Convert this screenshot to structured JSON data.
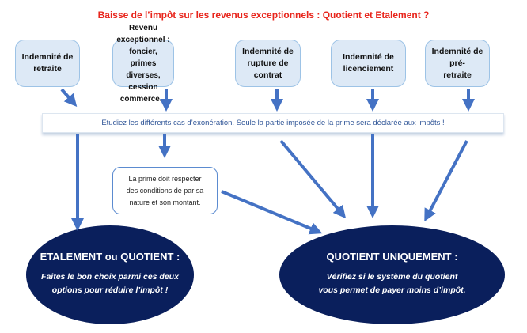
{
  "title": "Baisse de l’impôt sur les revenus exceptionnels : Quotient et Etalement ?",
  "sources": [
    {
      "line1": "Indemnité de",
      "line2": "retraite"
    },
    {
      "line1": "Revenu exceptionnel :",
      "line2": "foncier, primes diverses,",
      "line3": "cession commerce..."
    },
    {
      "line1": "Indemnité de",
      "line2": "rupture de contrat"
    },
    {
      "line1": "Indemnité de",
      "line2": "licenciement"
    },
    {
      "line1": "Indemnité de pré-",
      "line2": "retraite"
    }
  ],
  "banner": "Etudiez les différents cas d’exonération.  Seule la partie imposée de la prime sera déclarée aux impôts  !",
  "note": {
    "line1": "La prime doit respecter",
    "line2": "des conditions de par sa",
    "line3": "nature et son montant."
  },
  "outcomes": [
    {
      "title": "ETALEMENT ou QUOTIENT :",
      "line1": "Faites le bon choix parmi ces deux",
      "line2": "options pour réduire l’impôt !"
    },
    {
      "title": "QUOTIENT UNIQUEMENT :",
      "line1": "Vérifiez si le système du quotient",
      "line2": "vous permet de payer moins d’impôt."
    }
  ],
  "colors": {
    "title": "#e8251c",
    "arrow": "#4472c4",
    "ellipse": "#0a1f5c",
    "box": "#dde9f6"
  }
}
